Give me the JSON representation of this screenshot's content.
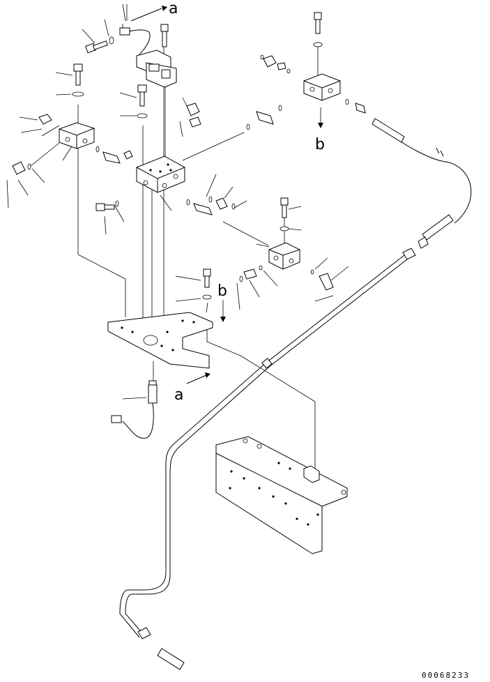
{
  "figure": {
    "drawing_number": "00068233",
    "reference_a": "a",
    "reference_b": "b"
  }
}
